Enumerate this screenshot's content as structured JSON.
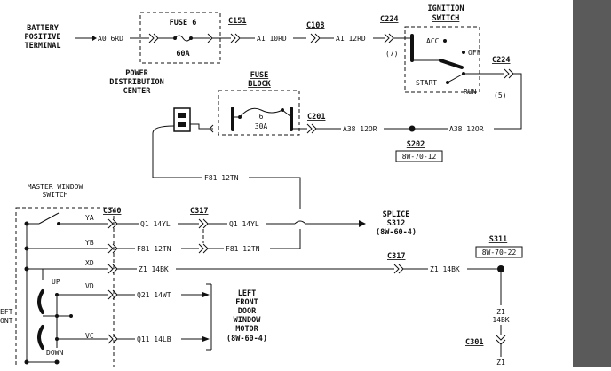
{
  "battery": {
    "line1": "BATTERY",
    "line2": "POSITIVE",
    "line3": "TERMINAL"
  },
  "wires": {
    "a0": "A0 6RD",
    "a1a": "A1 10RD",
    "a1b": "A1 12RD",
    "a38a": "A38 12OR",
    "a38b": "A38 12OR",
    "f81top": "F81 12TN",
    "q1a": "Q1 14YL",
    "q1b": "Q1 14YL",
    "f81a": "F81 12TN",
    "f81b": "F81 12TN",
    "z1a": "Z1 14BK",
    "z1b": "Z1 14BK",
    "q21": "Q21 14WT",
    "q11": "Q11 14LB",
    "z1v1": "Z1",
    "z1v2": "14BK",
    "z1v3": "Z1"
  },
  "fuse6": {
    "title": "FUSE 6",
    "rating": "60A"
  },
  "pdc": {
    "line1": "POWER",
    "line2": "DISTRIBUTION",
    "line3": "CENTER"
  },
  "fuseblock": {
    "line1": "FUSE",
    "line2": "BLOCK",
    "num": "6",
    "rating": "30A"
  },
  "connectors": {
    "c151": "C151",
    "c108": "C108",
    "c224a": "C224",
    "c224b": "C224",
    "c201": "C201",
    "c340": "C340",
    "c317a": "C317",
    "c317b": "C317",
    "c301": "C301",
    "pin7": "(7)",
    "pin5": "(5)"
  },
  "ignition": {
    "line1": "IGNITION",
    "line2": "SWITCH",
    "acc": "ACC",
    "off": "OFF",
    "start": "START",
    "run": "RUN"
  },
  "s202": {
    "label": "S202",
    "ref": "8W-70-12"
  },
  "s311": {
    "label": "S311",
    "ref": "8W-70-22"
  },
  "master": {
    "line1": "MASTER WINDOW",
    "line2": "SWITCH",
    "up": "UP",
    "down": "DOWN"
  },
  "pins": {
    "ya": "YA",
    "yb": "YB",
    "xd": "XD",
    "vd": "VD",
    "vc": "VC"
  },
  "splice": {
    "line1": "SPLICE",
    "line2": "S312",
    "line3": "(8W-60-4)"
  },
  "motor": {
    "line1": "LEFT",
    "line2": "FRONT",
    "line3": "DOOR",
    "line4": "WINDOW",
    "line5": "MOTOR",
    "line6": "(8W-60-4)"
  },
  "cutoff": {
    "line1": "EFT",
    "line2": "ONT"
  }
}
